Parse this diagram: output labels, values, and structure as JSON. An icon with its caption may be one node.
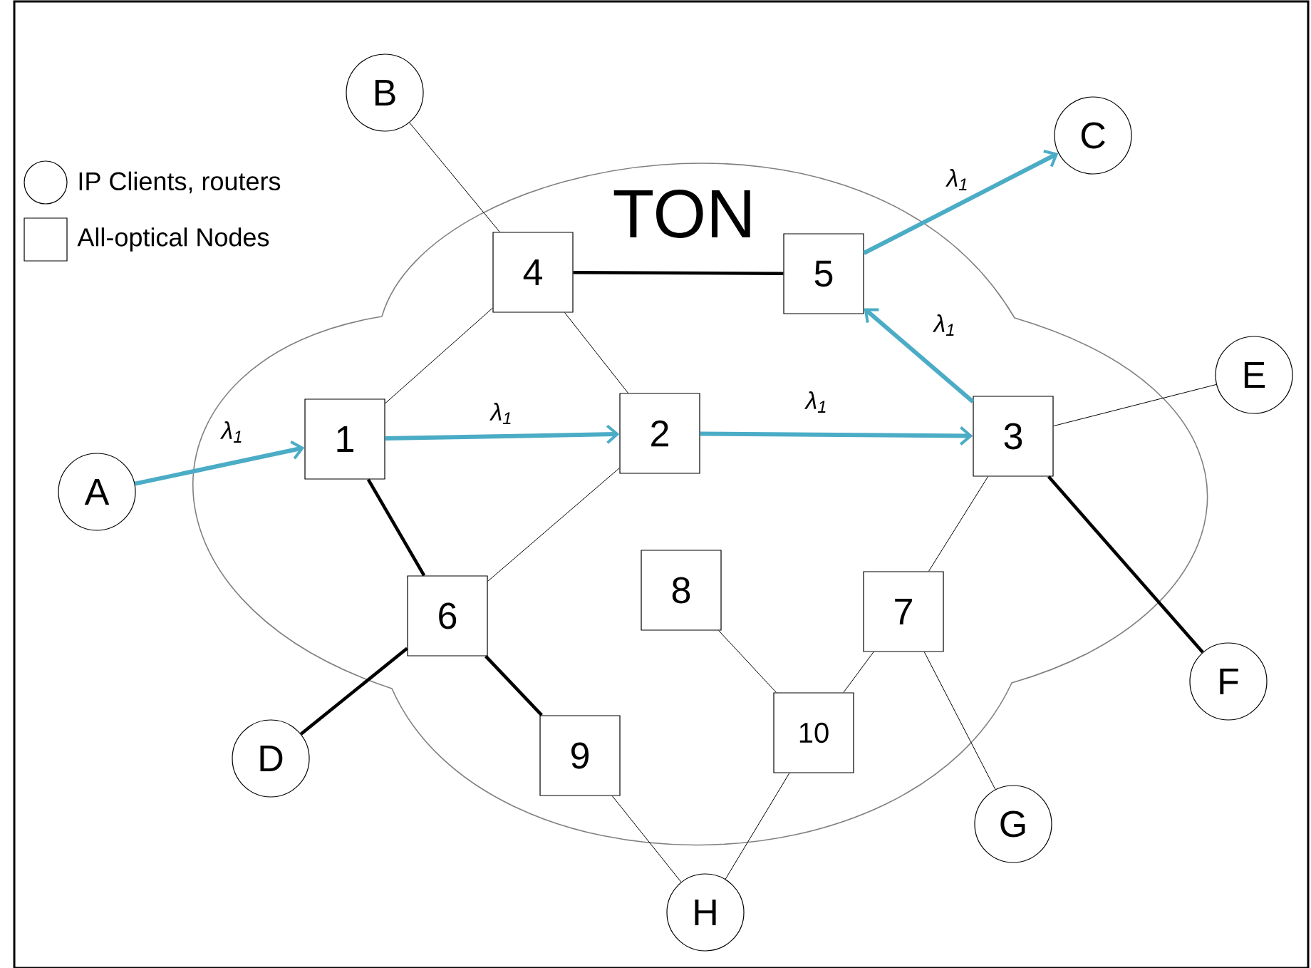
{
  "diagram": {
    "nodes": [
      {
        "text": [
          "TON"
        ]
      },
      {
        "text": [
          "B"
        ]
      },
      {
        "text": [
          "4"
        ],
        "in": 0
      },
      {
        "text": [
          "5"
        ],
        "in": 0
      },
      {
        "text": [
          "C"
        ]
      },
      {
        "text": [
          "A"
        ]
      },
      {
        "text": [
          "1"
        ],
        "in": 0
      },
      {
        "text": [
          "2"
        ],
        "in": 0
      },
      {
        "text": [
          "3"
        ],
        "in": 0
      },
      {
        "text": [
          "E"
        ]
      },
      {
        "text": [
          "8"
        ],
        "in": 0
      },
      {
        "text": [
          "6"
        ],
        "in": 0
      },
      {
        "text": [
          "7"
        ],
        "in": 0
      },
      {
        "text": [
          "F"
        ]
      },
      {
        "text": [
          "D"
        ]
      },
      {
        "text": [
          "9"
        ],
        "in": 0
      },
      {
        "text": [
          "10"
        ],
        "in": 0
      },
      {
        "text": [
          "G"
        ]
      },
      {
        "text": [
          "H"
        ]
      }
    ],
    "edges": [
      {
        "from": 5,
        "to": 6,
        "arrow": "to",
        "label": "λ$_{1}$",
        "style": "thick",
        "color": "#4bacc6"
      },
      {
        "from": 6,
        "to": 7,
        "arrow": "to",
        "label": "λ$_{1}$",
        "style": "thick",
        "color": "#4bacc6"
      },
      {
        "from": 7,
        "to": 8,
        "arrow": "to",
        "label": "λ$_{1}$",
        "style": "thick",
        "color": "#4bacc6"
      },
      {
        "from": 8,
        "to": 3,
        "arrow": "to",
        "label": "λ$_{1}$",
        "style": "thick",
        "color": "#4bacc6"
      },
      {
        "from": 3,
        "to": 4,
        "arrow": "to",
        "label": "λ$_{1}$",
        "style": "thick",
        "color": "#4bacc6"
      },
      {
        "from": 1,
        "to": 2,
        "arrow": "none"
      },
      {
        "from": 2,
        "to": 3,
        "arrow": "none",
        "style": "thick"
      },
      {
        "from": 2,
        "to": 6,
        "arrow": "none"
      },
      {
        "from": 2,
        "to": 7,
        "arrow": "none"
      },
      {
        "from": 6,
        "to": 11,
        "arrow": "none",
        "style": "thick"
      },
      {
        "from": 7,
        "to": 11,
        "arrow": "none"
      },
      {
        "from": 11,
        "to": 14,
        "arrow": "none",
        "style": "thick"
      },
      {
        "from": 11,
        "to": 15,
        "arrow": "none",
        "style": "thick"
      },
      {
        "from": 10,
        "to": 16,
        "arrow": "none"
      },
      {
        "from": 16,
        "to": 12,
        "arrow": "none"
      },
      {
        "from": 12,
        "to": 8,
        "arrow": "none"
      },
      {
        "from": 12,
        "to": 17,
        "arrow": "none"
      },
      {
        "from": 8,
        "to": 9,
        "arrow": "none"
      },
      {
        "from": 8,
        "to": 13,
        "arrow": "none",
        "style": "thick"
      },
      {
        "from": 15,
        "to": 18,
        "arrow": "none"
      },
      {
        "from": 16,
        "to": 18,
        "arrow": "none"
      }
    ],
    "legend": [
      {
        "text": "IP Clients, routers"
      },
      {
        "text": "All-optical Nodes"
      }
    ]
  }
}
